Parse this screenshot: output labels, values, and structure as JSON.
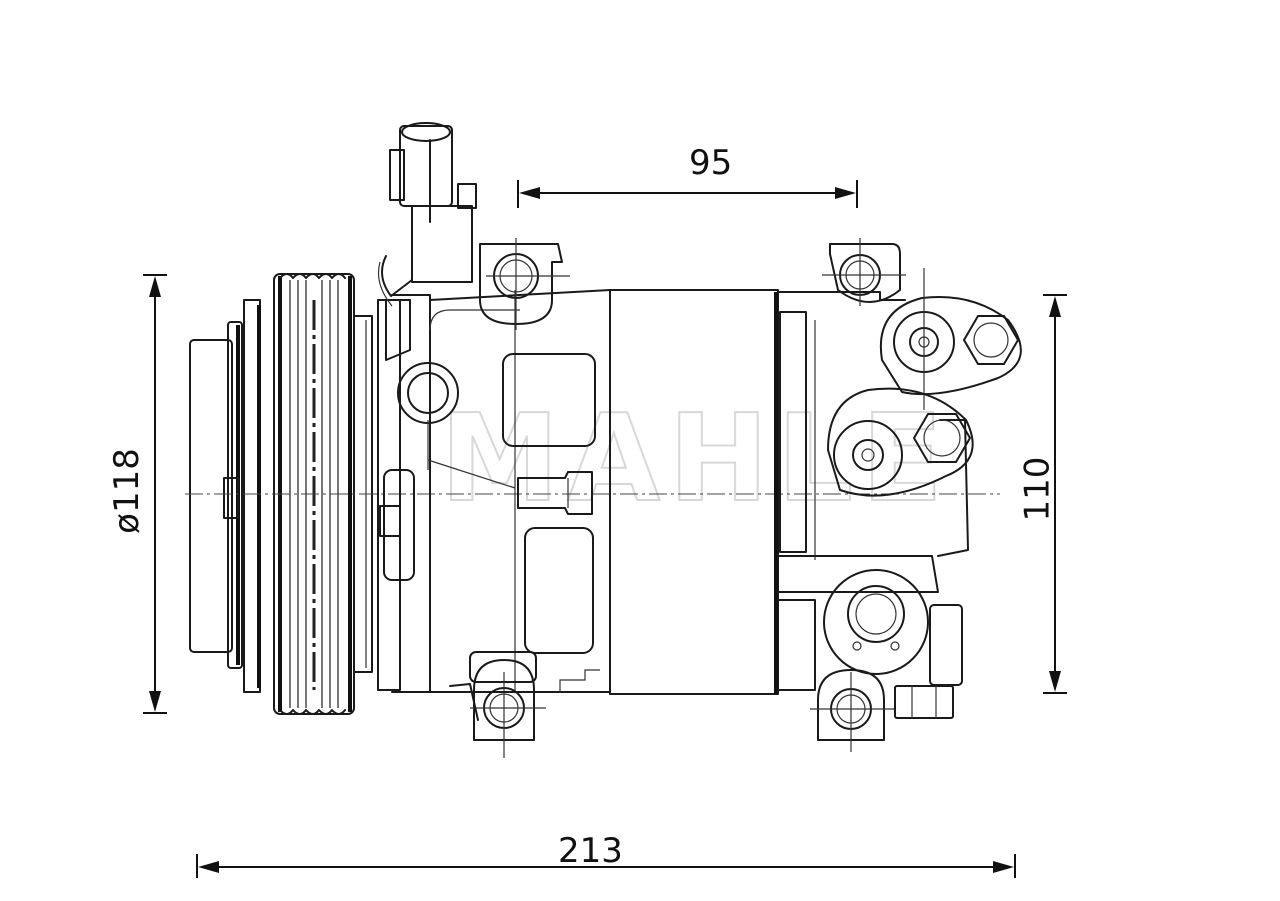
{
  "drawing": {
    "subject": "A/C compressor side view",
    "watermark_text": "MAHLE",
    "line_color": "#1a1a1a",
    "background": "#ffffff"
  },
  "dimensions": {
    "mount_spacing": {
      "label": "95",
      "orientation": "horizontal"
    },
    "pulley_diameter": {
      "label": "ø118",
      "orientation": "vertical"
    },
    "height": {
      "label": "110",
      "orientation": "vertical"
    },
    "overall_length": {
      "label": "213",
      "orientation": "horizontal"
    }
  }
}
